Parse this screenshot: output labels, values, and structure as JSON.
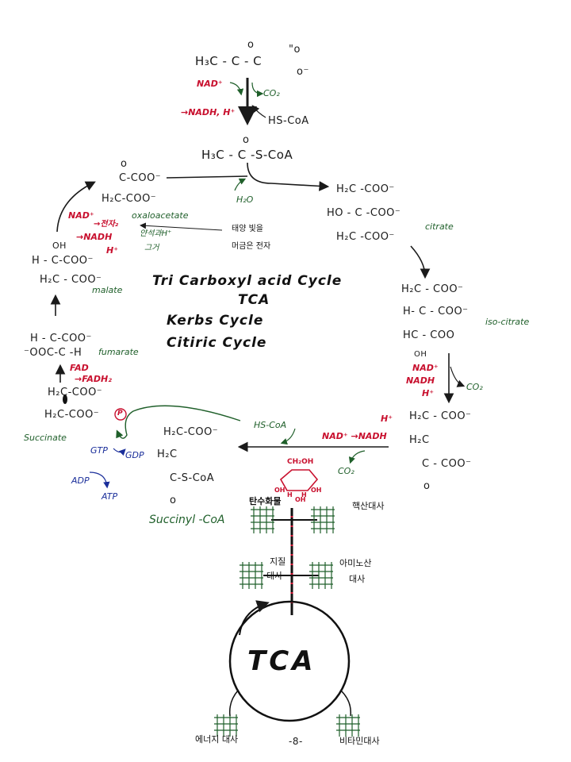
{
  "colors": {
    "black": "#1a1a1a",
    "red": "#c8102e",
    "green": "#1f5f2a",
    "blue": "#1a2e9a"
  },
  "pyruvate": {
    "l1": "o",
    "l2": "H₃C -  C  - C",
    "l3": "\"o",
    "l4": "o⁻",
    "nad": "NAD⁺",
    "co2": "CO₂",
    "nadh": "→NADH, H⁺",
    "hscoa": "HS-CoA"
  },
  "acetyl": {
    "l1": "o",
    "l2": "H₃C -  C  -S-CoA",
    "h2o": "H₂O"
  },
  "oxaloacetate": {
    "l1": "o",
    "l2": "C-COO⁻",
    "l3": "H₂C-COO⁻",
    "name": "oxaloacetate",
    "nad": "NAD⁺",
    "elec": "→전자₂",
    "nadh": "→NADH",
    "h": "H⁺",
    "kor1": "태양 빛을",
    "kor2": "머금은 전자",
    "kor3": "얀석과H⁺",
    "kor4": "그거"
  },
  "citrate": {
    "l1": "H₂C -COO⁻",
    "l2": "HO - C -COO⁻",
    "l3": "H₂C -COO⁻",
    "name": "citrate"
  },
  "isocitrate": {
    "l1": "H₂C - COO⁻",
    "l2": "H- C - COO⁻",
    "l3": "HC - COO",
    "l4": "OH",
    "name": "iso-citrate",
    "nad": "NAD⁺",
    "nadh": "NADH",
    "h": "H⁺",
    "co2": "CO₂"
  },
  "ketoglutarate": {
    "l1": "H₂C - COO⁻",
    "l2": "H₂C",
    "l3": "C - COO⁻",
    "l4": "o",
    "nad_nadh": "NAD⁺ →NADH",
    "h": "H⁺",
    "co2": "CO₂",
    "hscoa": "HS-CoA"
  },
  "succinylcoa": {
    "l1": "H₂C-COO⁻",
    "l2": "H₂C",
    "l3": "C-S-CoA",
    "l4": "o",
    "name": "Succinyl -CoA"
  },
  "succinate": {
    "l1": "H₂C-COO⁻",
    "l2": "H₂C-COO⁻",
    "name": "Succinate",
    "p": "P",
    "gtp": "GTP",
    "gdp": "GDP",
    "adp": "ADP",
    "atp": "ATP"
  },
  "fumarate": {
    "l1": "H - C-COO⁻",
    "l2": "⁻OOC-C -H",
    "name": "fumarate",
    "fad": "FAD",
    "fadh": "→FADH₂"
  },
  "malate": {
    "l1": "OH",
    "l2": "H - C-COO⁻",
    "l3": "H₂C - COO⁻",
    "name": "malate"
  },
  "titles": {
    "t1": "Tri Carboxyl acid Cycle",
    "t2": "TCA",
    "t3": "Kerbs  Cycle",
    "t4": "Citiric  Cycle"
  },
  "glucose": {
    "ch2oh": "CH₂OH",
    "oh1": "OH",
    "h1": "H",
    "h2": "H",
    "oh2": "OH",
    "oh3": "OH"
  },
  "metabolism": {
    "carb": "탄수화물",
    "nucleic": "핵산대사",
    "lipid1": "지질",
    "lipid2": "대사",
    "amino1": "아미노산",
    "amino2": "대사",
    "tca": "TCA",
    "energy": "에너지 대사",
    "vitamin": "비타민대사",
    "page": "-8-"
  }
}
